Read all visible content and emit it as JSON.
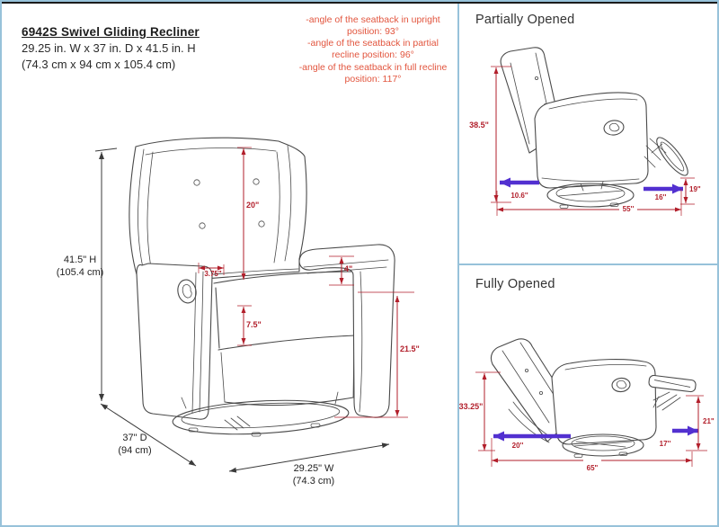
{
  "header": {
    "title": "6942S  Swivel Gliding Recliner",
    "dimensions_in": "29.25 in. W x 37 in. D x 41.5 in. H",
    "dimensions_cm": "(74.3 cm x 94 cm x 105.4 cm)"
  },
  "angle_notes": {
    "upright": "-angle of the seatback in upright position: 93°",
    "partial": "-angle of the seatback in partial recline position: 96°",
    "full": "-angle of the seatback in full recline position: 117°"
  },
  "front_view": {
    "height_in": "41.5\" H",
    "height_cm": "(105.4 cm)",
    "depth_in": "37\" D",
    "depth_cm": "(94 cm)",
    "width_in": "29.25\" W",
    "width_cm": "(74.3 cm)",
    "seatback_height": "20\"",
    "arm_top_width": "3.75\"",
    "arm_to_seat": "4\"",
    "seat_cushion_front": "7.5\"",
    "floor_to_seat": "21.5\""
  },
  "partially_opened": {
    "title": "Partially Opened",
    "back_height": "38.5\"",
    "rear_extension": "10.6''",
    "front_extension": "16''",
    "footrest_height": "19\"",
    "overall_depth": "55''"
  },
  "fully_opened": {
    "title": "Fully Opened",
    "back_height": "33.25\"",
    "rear_extension": "20''",
    "front_extension": "17''",
    "footrest_height": "21\"",
    "overall_depth": "65\""
  },
  "colors": {
    "frame_blue": "#97c2da",
    "note_red": "#e2553e",
    "dimension_red": "#b21f2b",
    "arrow_purple": "#5230d0",
    "line_art": "#4a4a4a"
  }
}
